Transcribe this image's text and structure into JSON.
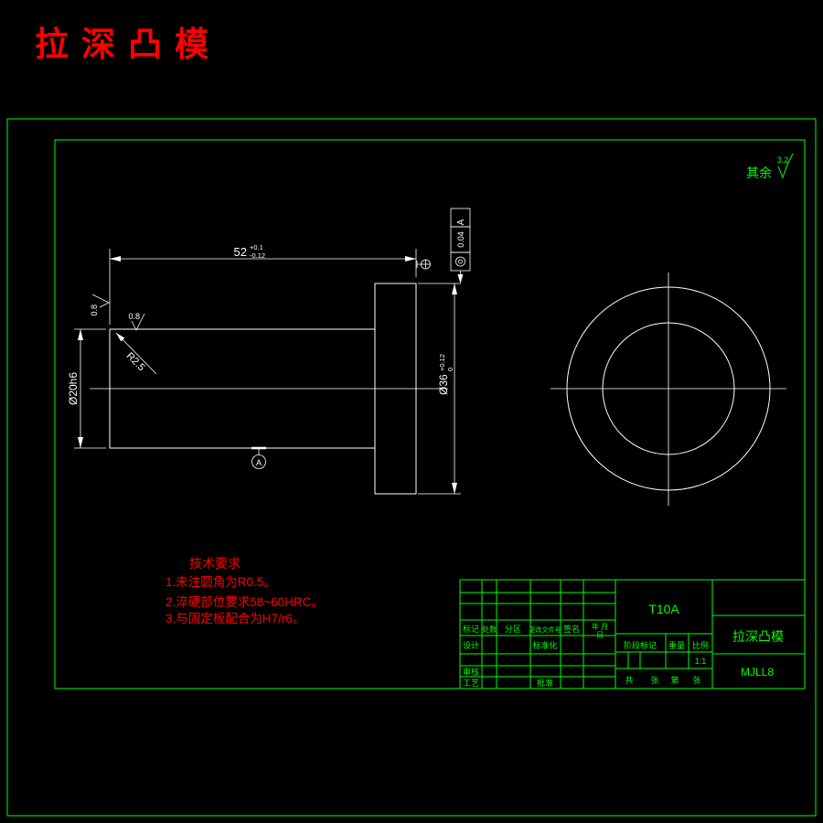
{
  "window": {
    "title": "拉深凸模"
  },
  "colors": {
    "background": "#000000",
    "frame_green": "#00ff00",
    "line_white": "#ffffff",
    "text_red": "#ff0000"
  },
  "corner_note": {
    "label": "其余",
    "roughness_value": "3.2"
  },
  "drawing": {
    "dim_length": {
      "value": "52",
      "tol_upper": "+0.1",
      "tol_lower": "-0.12"
    },
    "dim_shank_dia": "Ø20h6",
    "dim_flange_dia": {
      "value": "Ø36",
      "tol_upper": "+0.12",
      "tol_lower": "0"
    },
    "fillet_radius": "R2.5",
    "roughness_side": "0.8",
    "roughness_face": "0.8",
    "datum_label": "A",
    "fcf": {
      "symbol": "concentricity",
      "tolerance": "0.04",
      "datum": "A"
    }
  },
  "tech_requirements": {
    "title": "技术要求",
    "items": [
      "1.未注圆角为R0.5。",
      "2.淬硬部位要求58~60HRC。",
      "3.与固定板配合为H7/r6。"
    ]
  },
  "title_block": {
    "material": "T10A",
    "part_name": "拉深凸模",
    "drawing_no": "MJLL8",
    "scale": "1:1",
    "sheet": {
      "total_label": "共",
      "total_unit": "张",
      "no_label": "第",
      "no_unit": "张"
    },
    "labels": {
      "mark": "标记",
      "count": "处数",
      "zone": "分区",
      "change_doc": "更改文件号",
      "signature": "签名",
      "date_line1": "年 月",
      "date_line2": "日",
      "design": "设计",
      "standardization": "标准化",
      "review": "审核",
      "process": "工艺",
      "approve": "批准",
      "stage_mark": "阶段标记",
      "weight": "重量",
      "scale_label": "比例"
    }
  }
}
